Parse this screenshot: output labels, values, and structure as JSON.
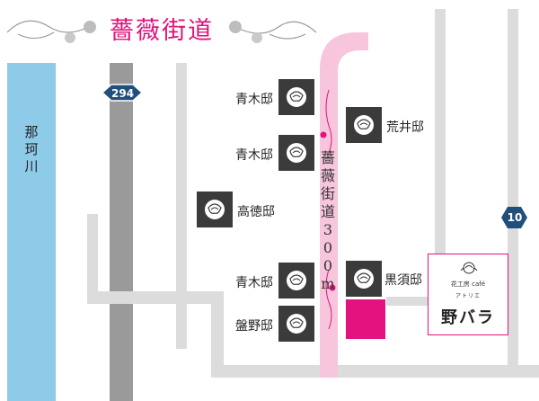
{
  "title": "薔薇街道",
  "river_label": "那珂川",
  "road_text": "薔薇街道300m",
  "route_294": "294",
  "route_10": "10",
  "houses": [
    {
      "label": "青木邸",
      "icon": "rose-icon"
    },
    {
      "label": "青木邸",
      "icon": "rose-icon"
    },
    {
      "label": "高徳邸",
      "icon": "rose-icon"
    },
    {
      "label": "青木邸",
      "icon": "rose-icon"
    },
    {
      "label": "盤野邸",
      "icon": "rose-icon"
    },
    {
      "label": "荒井邸",
      "icon": "rose-icon"
    },
    {
      "label": "黒須邸",
      "icon": "rose-icon"
    }
  ],
  "shop": {
    "line1": "花工房 café",
    "line2": "アトリエ",
    "name": "野バラ"
  },
  "colors": {
    "river": "#8ecbe9",
    "road": "#dcdcdc",
    "highway": "#9a9a9a",
    "rose_road": "#f7c6dc",
    "accent": "#e3127f",
    "shield": "#1f4f7a"
  }
}
